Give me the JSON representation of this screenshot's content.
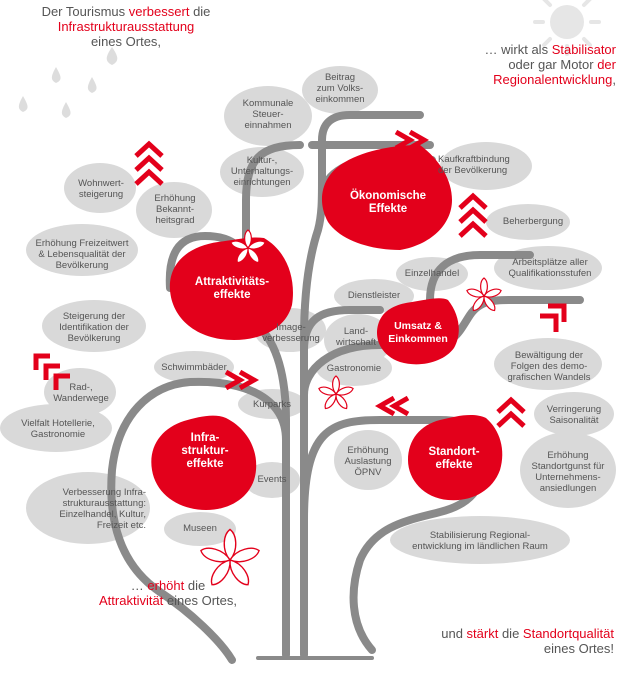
{
  "captions": {
    "top_left": {
      "pre": "Der Tourismus ",
      "em1": "verbessert",
      "mid": " die",
      "em2": "Infrastrukturausstattung",
      "post": "eines Ortes,"
    },
    "top_right": {
      "pre": "… wirkt als ",
      "em1": "Stabilisator",
      "mid": "oder gar Motor ",
      "em2": "der",
      "em3": "Regionalentwicklung",
      "post": ","
    },
    "bottom_left": {
      "pre": "… ",
      "em1": "erhöht",
      "mid": " die",
      "em2": "Attraktivität",
      "post": " eines Ortes,"
    },
    "bottom_right": {
      "pre": "und ",
      "em1": "stärkt",
      "mid": " die ",
      "em2": "Standortqualität",
      "post": "eines Ortes!"
    }
  },
  "categories": {
    "oekonomisch": {
      "l1": "Ökonomische",
      "l2": "Effekte"
    },
    "attraktivitaet": {
      "l1": "Attraktivitäts-",
      "l2": "effekte"
    },
    "umsatz": {
      "l1": "Umsatz &",
      "l2": "Einkommen"
    },
    "infrastruktur": {
      "l1": "Infra-",
      "l2": "struktur-",
      "l3": "effekte"
    },
    "standort": {
      "l1": "Standort-",
      "l2": "effekte"
    }
  },
  "labels": {
    "beitrag": {
      "l1": "Beitrag",
      "l2": "zum Volks-",
      "l3": "einkommen"
    },
    "kommunale": {
      "l1": "Kommunale",
      "l2": "Steuer-",
      "l3": "einnahmen"
    },
    "kultur": {
      "l1": "Kultur-,",
      "l2": "Unterhaltungs-",
      "l3": "einrichtungen"
    },
    "kaufkraft": {
      "l1": "Kaufkraftbindung",
      "l2": "der Bevölkerung"
    },
    "wohnwert": {
      "l1": "Wohnwert-",
      "l2": "steigerung"
    },
    "bekannt": {
      "l1": "Erhöhung",
      "l2": "Bekannt-",
      "l3": "heitsgrad"
    },
    "beherbergung": {
      "l1": "Beherbergung"
    },
    "freizeitwert": {
      "l1": "Erhöhung Freizeitwert",
      "l2": "& Lebensqualität der",
      "l3": "Bevölkerung"
    },
    "arbeitsplaetze": {
      "l1": "Arbeitsplätze aller",
      "l2": "Qualifikationsstufen"
    },
    "einzelhandel": {
      "l1": "Einzelhandel"
    },
    "dienstleister": {
      "l1": "Dienstleister"
    },
    "identifikation": {
      "l1": "Steigerung der",
      "l2": "Identifikation der",
      "l3": "Bevölkerung"
    },
    "image": {
      "l1": "Image-",
      "l2": "verbesserung"
    },
    "landwirtschaft": {
      "l1": "Land-",
      "l2": "wirtschaft"
    },
    "schwimmbaeder": {
      "l1": "Schwimmbäder"
    },
    "demografisch": {
      "l1": "Bewältigung der",
      "l2": "Folgen des demo-",
      "l3": "grafischen Wandels"
    },
    "gastronomie": {
      "l1": "Gastronomie"
    },
    "rad": {
      "l1": "Rad-,",
      "l2": "Wanderwege"
    },
    "kurparks": {
      "l1": "Kurparks"
    },
    "saisonal": {
      "l1": "Verringerung",
      "l2": "Saisonalität"
    },
    "hotellerie": {
      "l1": "Vielfalt Hotellerie,",
      "l2": "Gastronomie"
    },
    "auslastung": {
      "l1": "Erhöhung",
      "l2": "Auslastung",
      "l3": "ÖPNV"
    },
    "standortgunst": {
      "l1": "Erhöhung",
      "l2": "Standortgunst für",
      "l3": "Unternehmens-",
      "l4": "ansiedlungen"
    },
    "events": {
      "l1": "Events"
    },
    "verbesserung_infra": {
      "l1": "Verbesserung Infra-",
      "l2": "strukturausstattung:",
      "l3": "Einzelhandel, Kultur,",
      "l4": "Freizeit etc."
    },
    "museen": {
      "l1": "Museen"
    },
    "stabilisierung": {
      "l1": "Stabilisierung Regional-",
      "l2": "entwicklung im ländlichen Raum"
    }
  },
  "colors": {
    "accent": "#e3001b",
    "tree": "#8a8a8a",
    "blob": "#d9d9d9",
    "text": "#555555",
    "sun": "#e2e2e2"
  }
}
